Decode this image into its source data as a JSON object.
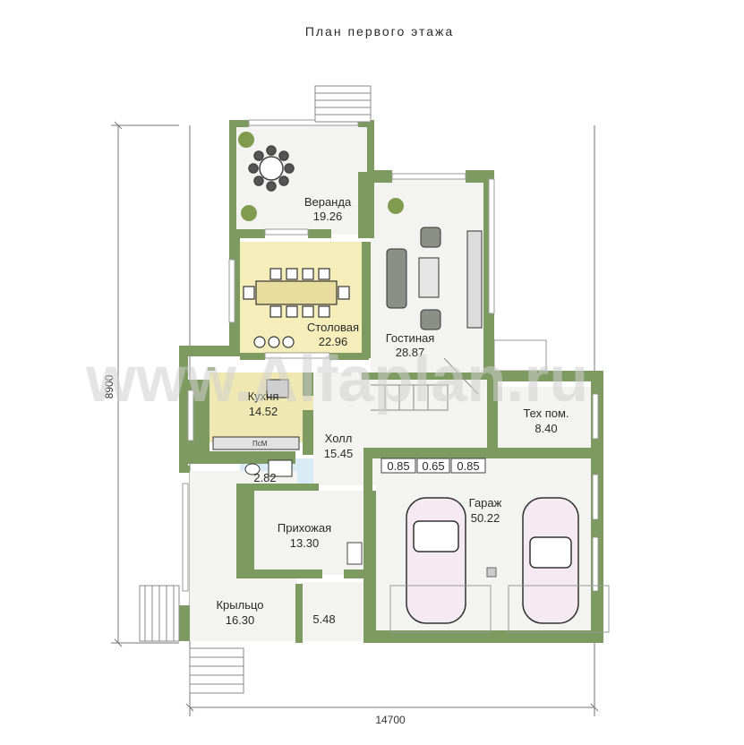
{
  "title": "План первого этажа",
  "watermark": "www.Alfaplan.ru",
  "dimensions": {
    "total_width": "14700",
    "total_height": "8900"
  },
  "rooms": {
    "veranda": {
      "name": "Веранда",
      "area": "19.26"
    },
    "dining": {
      "name": "Столовая",
      "area": "22.96"
    },
    "living": {
      "name": "Гостиная",
      "area": "28.87"
    },
    "kitchen": {
      "name": "Кухня",
      "area": "14.52"
    },
    "hall": {
      "name": "Холл",
      "area": "15.45"
    },
    "tech": {
      "name": "Тех пом.",
      "area": "8.40"
    },
    "wc": {
      "area": "2.82"
    },
    "hallway": {
      "name": "Прихожая",
      "area": "13.30"
    },
    "garage": {
      "name": "Гараж",
      "area": "50.22"
    },
    "porch": {
      "name": "Крыльцо",
      "area": "16.30"
    },
    "storage": {
      "area": "5.48"
    }
  },
  "closets": [
    "0.85",
    "0.65",
    "0.85"
  ],
  "appliance_label": "ПсМ",
  "colors": {
    "wall": "#7d9a60",
    "dining_floor": "#f5eebb",
    "kitchen_floor": "#efe8b2",
    "floor": "#f3f3f1",
    "wc_floor": "#d9ecf5"
  }
}
